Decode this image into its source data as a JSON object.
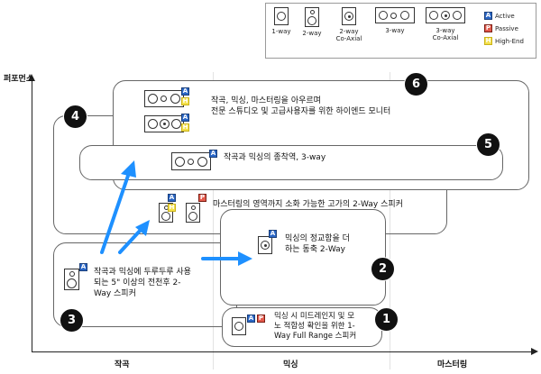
{
  "legend": {
    "types": [
      {
        "label": "1-way"
      },
      {
        "label": "2-way"
      },
      {
        "label": "2-way\nCo-Axial"
      },
      {
        "label": "3-way"
      },
      {
        "label": "3-way\nCo-Axial"
      }
    ],
    "keys": [
      {
        "letter": "A",
        "label": "Active"
      },
      {
        "letter": "P",
        "label": "Passive"
      },
      {
        "letter": "H",
        "label": "High-End"
      }
    ]
  },
  "axes": {
    "y_label": "퍼포먼스",
    "x_labels": [
      "작곡",
      "믹싱",
      "마스터링"
    ]
  },
  "items": {
    "b1": {
      "number": "1",
      "line1": "믹싱 시 미드레인지 및 모",
      "line2": "노 적합성 확인을 위한 1-",
      "line3": "Way Full Range 스피커"
    },
    "b2": {
      "number": "2",
      "line1": "믹싱의 정교함을 더",
      "line2": "하는 동축 2-Way"
    },
    "b3": {
      "number": "3",
      "line1": "작곡과 믹싱에 두루두루 사용",
      "line2": "되는 5\" 이상의 전천후 2-",
      "line3": "Way 스피커"
    },
    "b4": {
      "number": "4",
      "line1": "마스터링의 영역까지 소화 가능한 고가의 2-Way 스피커"
    },
    "b5": {
      "number": "5",
      "line1": "작곡과 믹싱의 종착역, 3-way"
    },
    "b6": {
      "number": "6",
      "line1": "작곡, 믹싱, 마스터링을 아우르며",
      "line2": "전문 스튜디오 및 고급사용자를 위한 하이엔드 모니터"
    }
  },
  "colors": {
    "active": "#2b67c6",
    "passive": "#e45a4c",
    "high_end": "#f4e04a",
    "arrow": "#1e90ff"
  }
}
